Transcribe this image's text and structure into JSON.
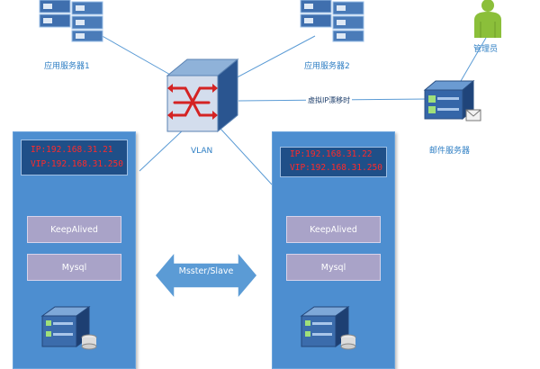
{
  "labels": {
    "app_server_1": "应用服务器1",
    "app_server_2": "应用服务器2",
    "admin": "管理员",
    "mail_server": "邮件服务器",
    "vlan": "VLAN",
    "vip_alert": "虚拟IP漂移时",
    "replication": "Msster/Slave"
  },
  "nodes": [
    {
      "ip": "IP:192.168.31.21",
      "vip": "VIP:192.168.31.250",
      "services": [
        "KeepAlived",
        "Mysql"
      ]
    },
    {
      "ip": "IP:192.168.31.22",
      "vip": "VIP:192.168.31.250",
      "services": [
        "KeepAlived",
        "Mysql"
      ]
    }
  ],
  "colors": {
    "panel": "#4d8ed0",
    "ip_box": "#1f4f88",
    "ip_text": "#ff2a2a",
    "service_box": "#a9a3c8",
    "label_text": "#2f7fc4",
    "link_line": "#5b9bd5"
  },
  "icons": {
    "app_servers": "server-rack-icon",
    "router": "router-icon",
    "admin": "person-icon",
    "mail_server": "mail-server-icon",
    "db_server": "database-server-icon"
  }
}
